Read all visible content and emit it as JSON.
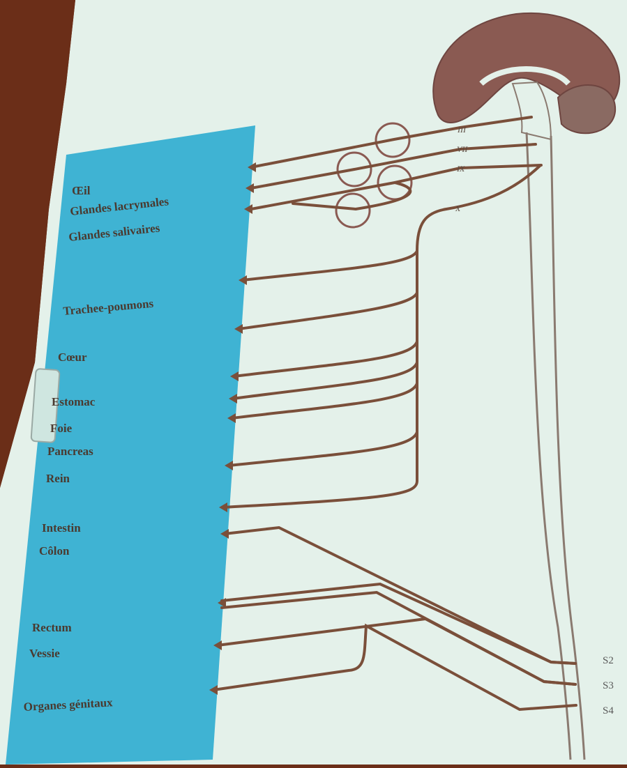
{
  "organs": [
    {
      "key": "oeil",
      "label": "Œil"
    },
    {
      "key": "lacrymales",
      "label": "Glandes lacrymales"
    },
    {
      "key": "salivaires",
      "label": "Glandes salivaires"
    },
    {
      "key": "trachee",
      "label": "Trachee-poumons"
    },
    {
      "key": "coeur",
      "label": "Cœur"
    },
    {
      "key": "estomac",
      "label": "Estomac"
    },
    {
      "key": "foie",
      "label": "Foie"
    },
    {
      "key": "pancreas",
      "label": "Pancreas"
    },
    {
      "key": "rein",
      "label": "Rein"
    },
    {
      "key": "intestin",
      "label": "Intestin"
    },
    {
      "key": "colon",
      "label": "Côlon"
    },
    {
      "key": "rectum",
      "label": "Rectum"
    },
    {
      "key": "vessie",
      "label": "Vessie"
    },
    {
      "key": "genitaux",
      "label": "Organes génitaux"
    }
  ],
  "cranial_nerves": [
    {
      "key": "III",
      "label": "III"
    },
    {
      "key": "VII",
      "label": "VII"
    },
    {
      "key": "IX",
      "label": "IX"
    },
    {
      "key": "X",
      "label": "X"
    }
  ],
  "sacral_roots": [
    {
      "key": "S2",
      "label": "S2"
    },
    {
      "key": "S3",
      "label": "S3"
    },
    {
      "key": "S4",
      "label": "S4"
    }
  ],
  "colors": {
    "screen": "#e4f1ea",
    "panel": "#3fb3d3",
    "nerve": "#7a4f3a",
    "outline": "#8a7a70",
    "brain": "#8a5a52",
    "label": "#4a3a30"
  }
}
